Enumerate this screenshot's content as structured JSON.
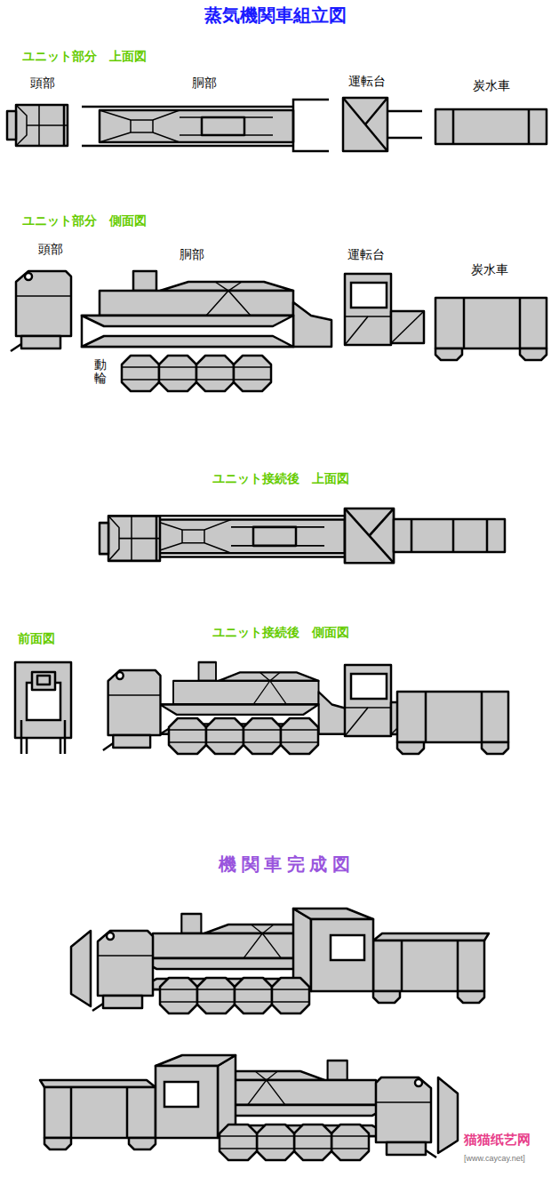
{
  "diagram": {
    "title": "蒸気機関車組立図",
    "labels": [
      "ユニット部分　上面図",
      "頭部",
      "胴部",
      "運転台",
      "炭水車",
      "ユニット部分　側面図",
      "頭部",
      "胴部",
      "運転台",
      "炭水車",
      "動輪",
      "ユニット接続後　上面図",
      "前面図",
      "ユニット接続後　側面図",
      "機 関 車 完 成 図",
      "猫猫纸艺网",
      "[www.caycay.net]"
    ]
  }
}
